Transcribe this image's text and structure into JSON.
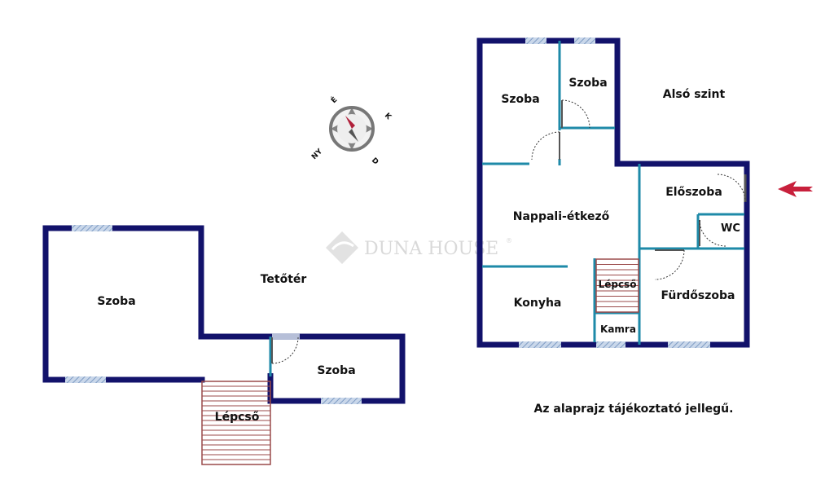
{
  "colors": {
    "wall": "#12126b",
    "partition": "#1e8aa8",
    "door": "#555555",
    "window": "#9fb6d6",
    "stair": "#9a4a4a",
    "arrow": "#c8203c",
    "compass": "#777777",
    "watermark": "#d9d9d9"
  },
  "compass": {
    "n": "É",
    "e": "K",
    "s": "D",
    "w": "NY"
  },
  "watermark": {
    "text": "DUNA HOUSE",
    "mark": "®"
  },
  "upper_floor": {
    "title": "Alsó szint",
    "rooms": {
      "szoba_left": "Szoba",
      "szoba_small": "Szoba",
      "nappali": "Nappali-étkező",
      "eloszoba": "Előszoba",
      "wc": "WC",
      "lepcso": "Lépcső",
      "konyha": "Konyha",
      "furdoszoba": "Fürdőszoba",
      "kamra": "Kamra"
    }
  },
  "attic": {
    "title": "Tetőtér",
    "rooms": {
      "szoba_big": "Szoba",
      "szoba_small": "Szoba",
      "lepcso": "Lépcső"
    }
  },
  "disclaimer": "Az alaprajz tájékoztató jellegű."
}
